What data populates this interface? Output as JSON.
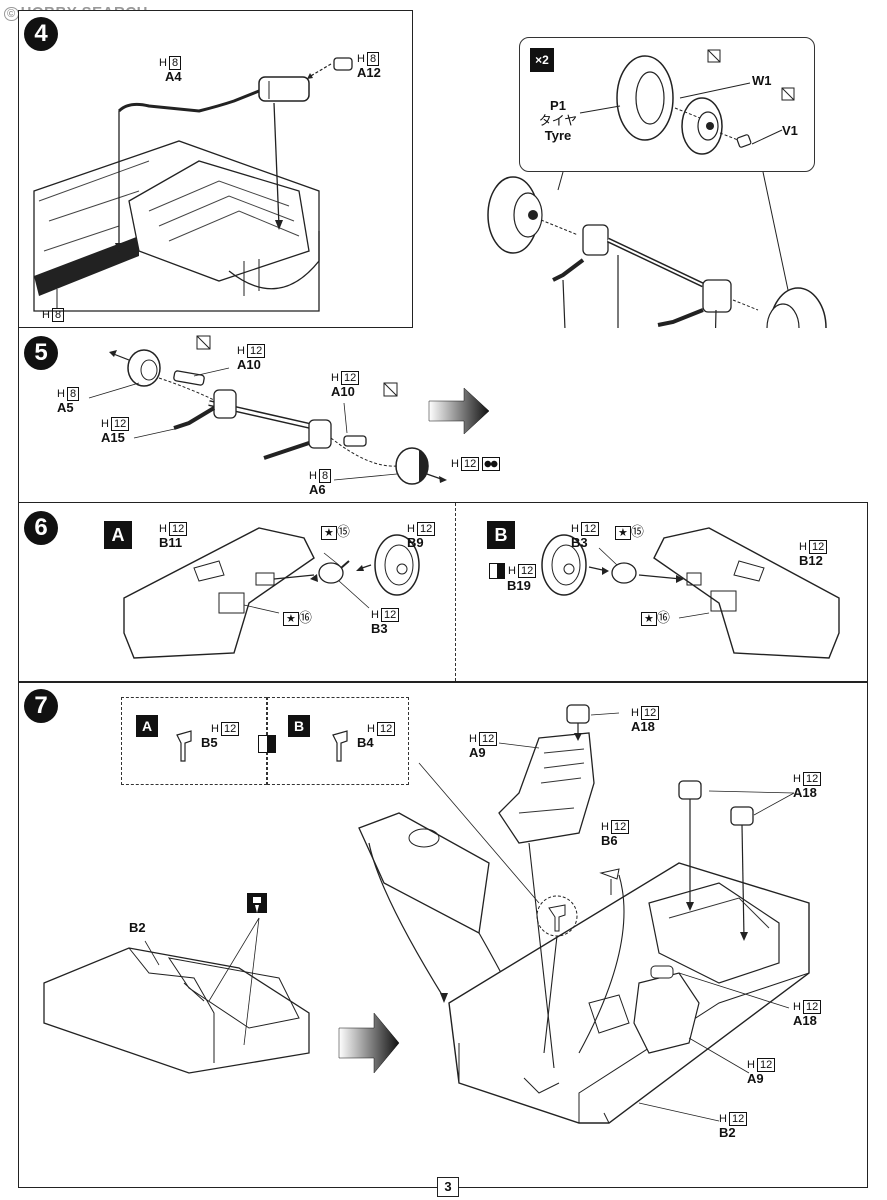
{
  "watermark": {
    "copyright": "©",
    "text": "HOBBY SEARCH"
  },
  "page_number": "3",
  "step4": {
    "number": "4",
    "labels": {
      "a4": {
        "sprue": "H",
        "count": "8",
        "part": "A4"
      },
      "a12": {
        "sprue": "H",
        "count": "8",
        "part": "A12"
      },
      "h8": {
        "sprue": "H",
        "count": "8"
      }
    }
  },
  "step_tyre": {
    "callout": {
      "p1": "P1",
      "jp": "タイヤ",
      "en": "Tyre",
      "w1": "W1",
      "v1": "V1",
      "x2": "×2"
    }
  },
  "step5": {
    "number": "5",
    "labels": {
      "a10a": {
        "sprue": "H",
        "count": "12",
        "part": "A10"
      },
      "a5": {
        "sprue": "H",
        "count": "8",
        "part": "A5"
      },
      "a15": {
        "sprue": "H",
        "count": "12",
        "part": "A15"
      },
      "a10b": {
        "sprue": "H",
        "count": "12",
        "part": "A10"
      },
      "a6": {
        "sprue": "H",
        "count": "8",
        "part": "A6"
      },
      "h12": {
        "sprue": "H",
        "count": "12"
      }
    }
  },
  "step6": {
    "number": "6",
    "variant_a": {
      "tag": "A",
      "b11": {
        "sprue": "H",
        "count": "12",
        "part": "B11"
      },
      "b9": {
        "sprue": "H",
        "count": "12",
        "part": "B9"
      },
      "b3": {
        "sprue": "H",
        "count": "12",
        "part": "B3"
      },
      "decal15": "⑮",
      "decal16": "⑯"
    },
    "variant_b": {
      "tag": "B",
      "b3": {
        "sprue": "H",
        "count": "12",
        "part": "B3"
      },
      "b12": {
        "sprue": "H",
        "count": "12",
        "part": "B12"
      },
      "b19": {
        "sprue": "H",
        "count": "12",
        "part": "B19"
      },
      "decal15": "⑮",
      "decal16": "⑯"
    }
  },
  "step7": {
    "number": "7",
    "variant_a": {
      "tag": "A",
      "b5": {
        "sprue": "H",
        "count": "12",
        "part": "B5"
      }
    },
    "variant_b": {
      "tag": "B",
      "b4": {
        "sprue": "H",
        "count": "12",
        "part": "B4"
      }
    },
    "labels": {
      "a18_top": {
        "sprue": "H",
        "count": "12",
        "part": "A18"
      },
      "a9_top": {
        "sprue": "H",
        "count": "12",
        "part": "A9"
      },
      "a18_right": {
        "sprue": "H",
        "count": "12",
        "part": "A18"
      },
      "b6": {
        "sprue": "H",
        "count": "12",
        "part": "B6"
      },
      "b2_left": {
        "part": "B2"
      },
      "a18_bottom": {
        "sprue": "H",
        "count": "12",
        "part": "A18"
      },
      "a9_bottom": {
        "sprue": "H",
        "count": "12",
        "part": "A9"
      },
      "b2_bottom": {
        "sprue": "H",
        "count": "12",
        "part": "B2"
      }
    }
  }
}
